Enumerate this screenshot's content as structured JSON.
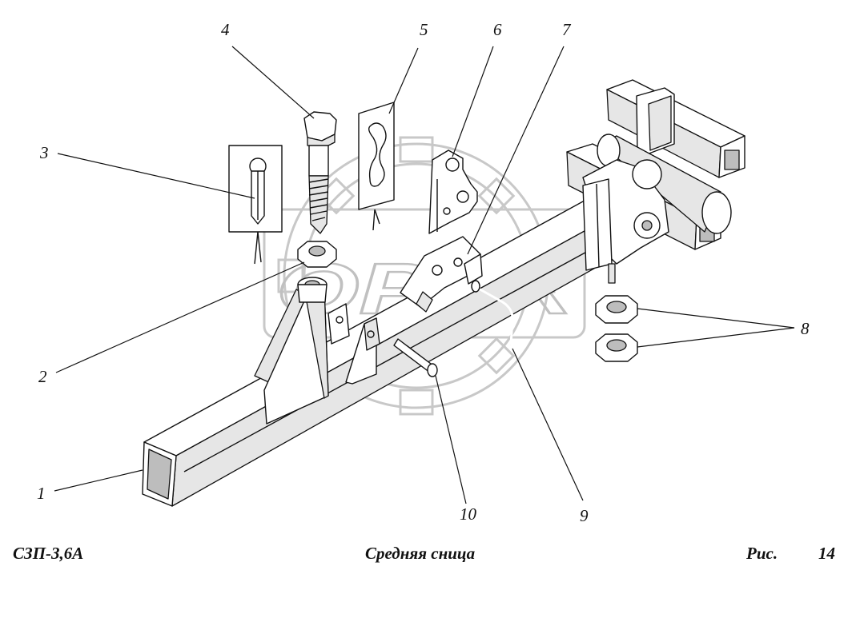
{
  "watermark": {
    "text": "OPEX"
  },
  "callouts": [
    {
      "number": "1"
    },
    {
      "number": "2"
    },
    {
      "number": "3"
    },
    {
      "number": "4"
    },
    {
      "number": "5"
    },
    {
      "number": "6"
    },
    {
      "number": "7"
    },
    {
      "number": "8"
    },
    {
      "number": "9"
    },
    {
      "number": "10"
    }
  ],
  "footer": {
    "model": "СЗП-3,6А",
    "title": "Средняя сница",
    "figure_label": "Рис.",
    "figure_number": "14"
  }
}
